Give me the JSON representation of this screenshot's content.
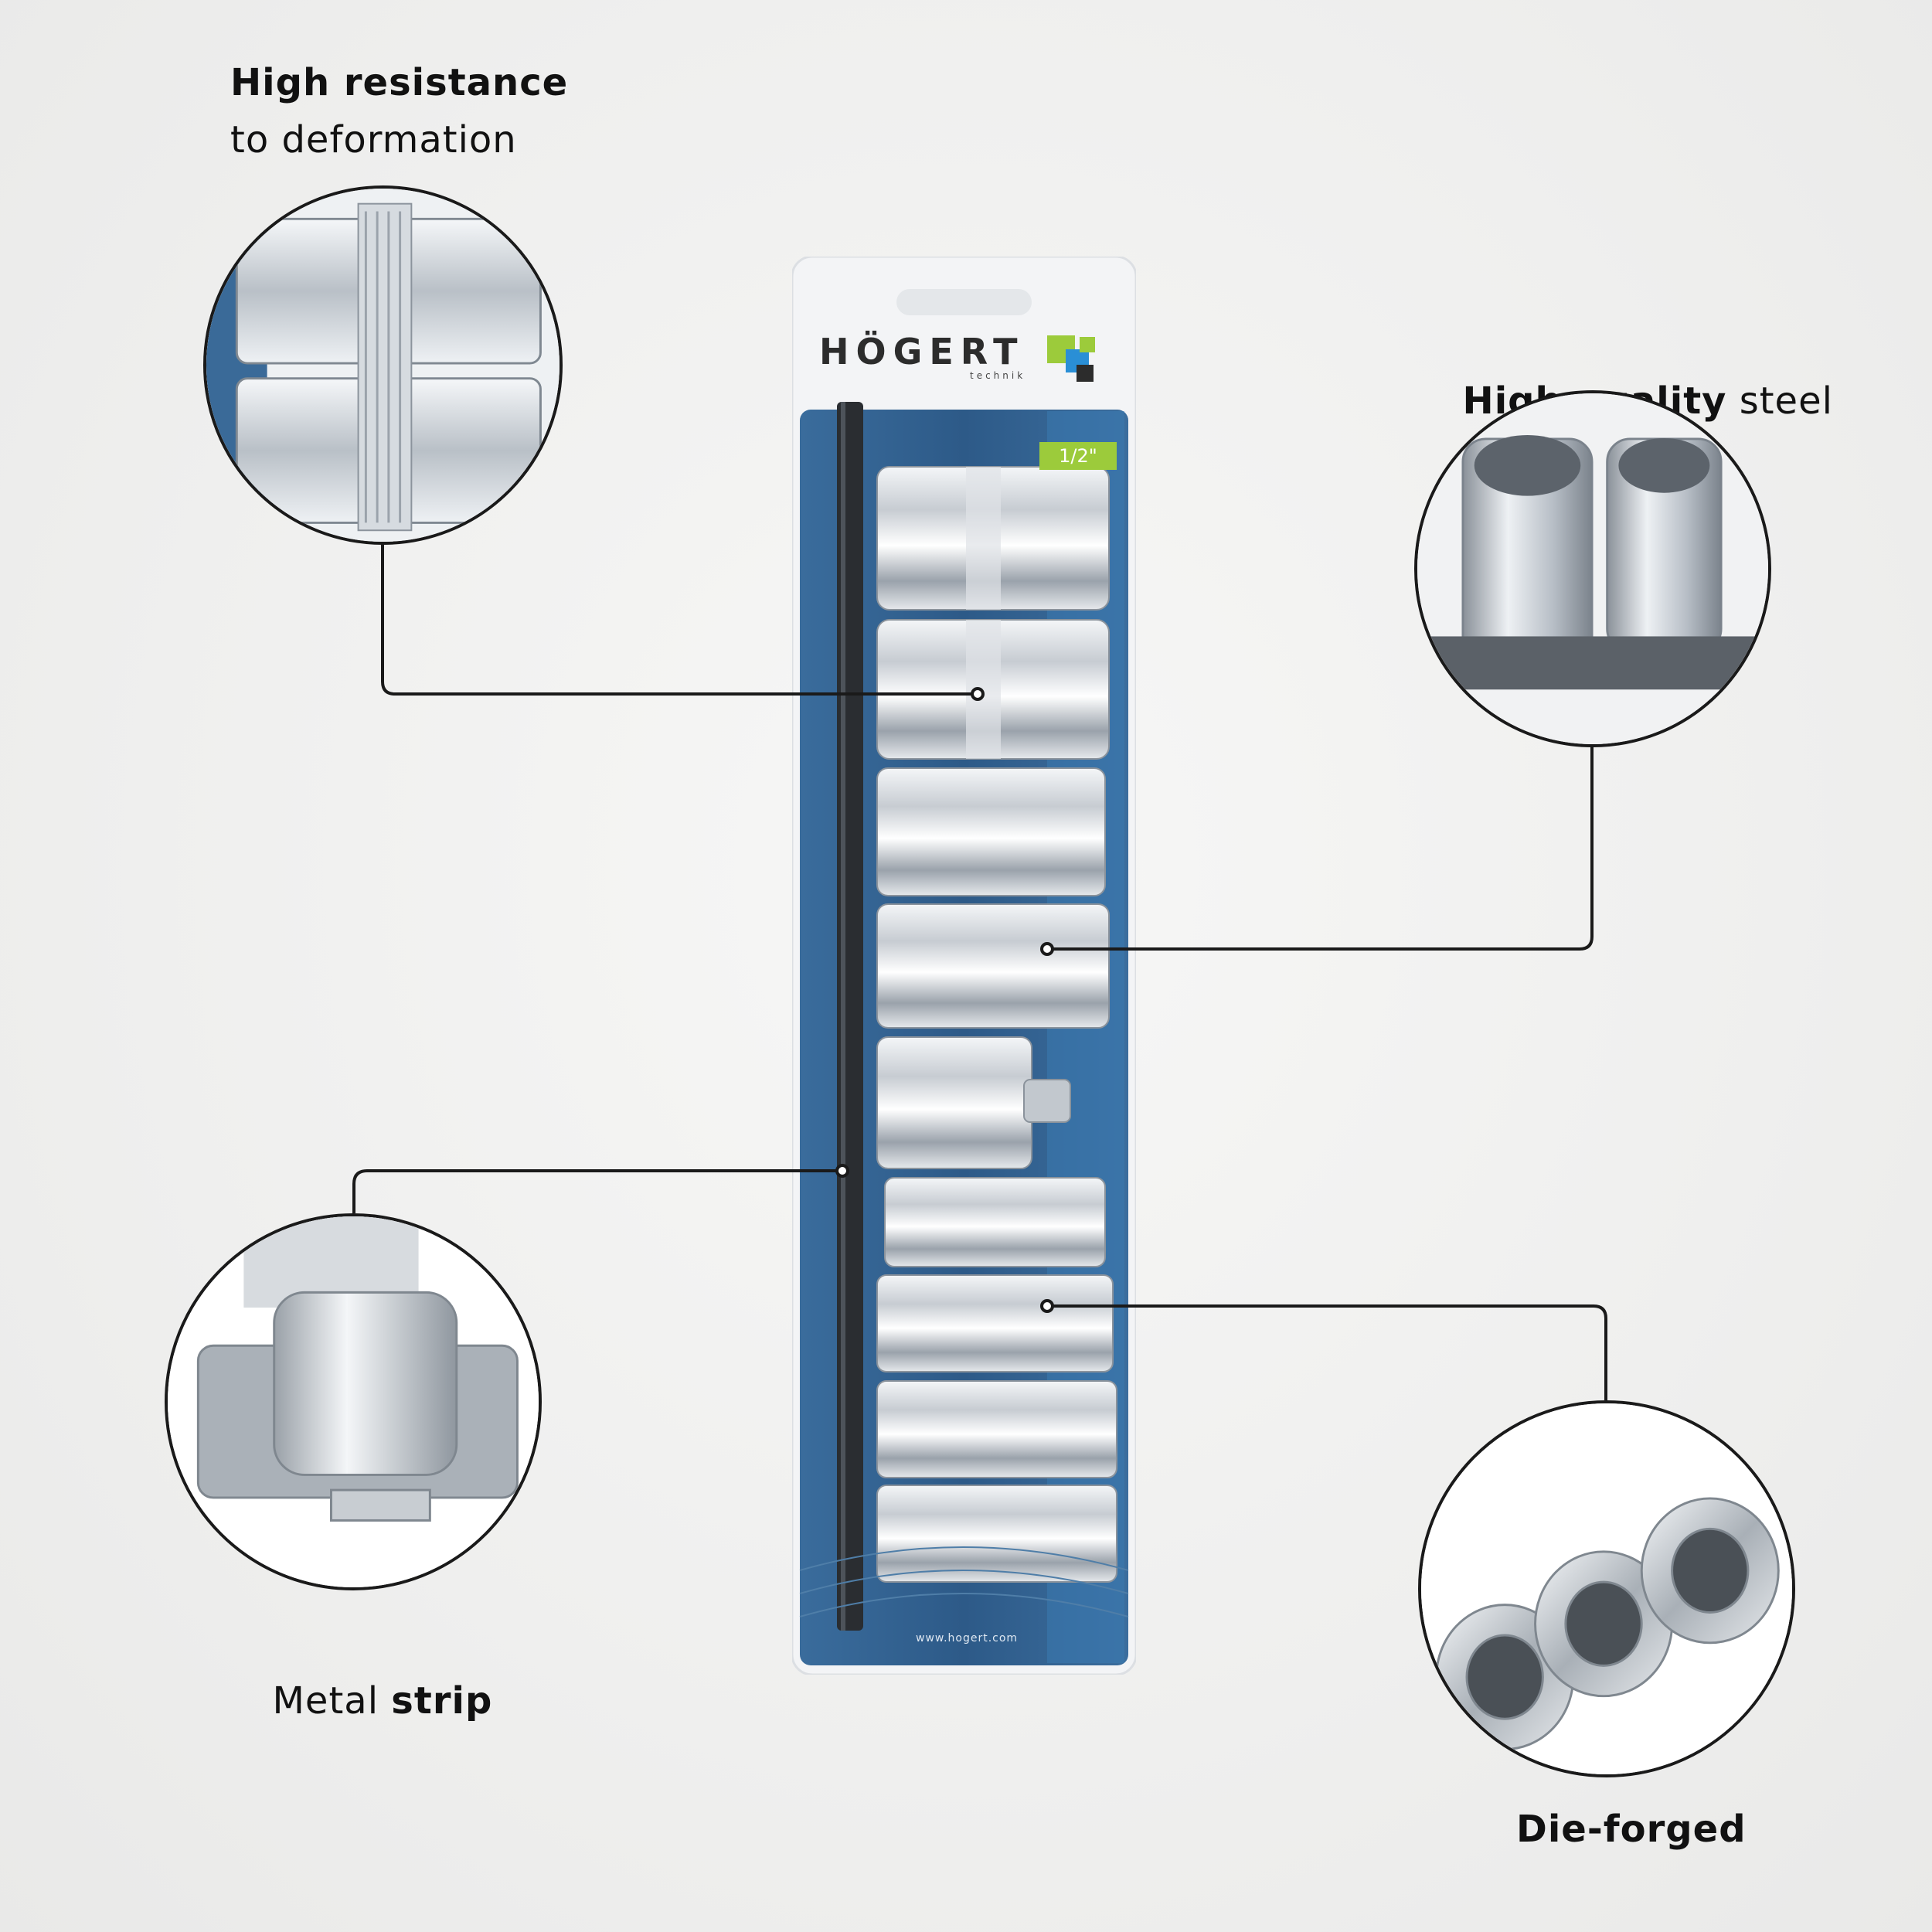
{
  "features": {
    "resistance": {
      "bold": "High resistance",
      "normal": "to deformation"
    },
    "quality": {
      "bold": "High quality",
      "normal": " steel"
    },
    "strip": {
      "normal": "Metal ",
      "bold": "strip"
    },
    "forged": {
      "bold": "Die-forged"
    }
  },
  "package": {
    "brand": "HÖGERT",
    "brand_sub": "technik",
    "size": "1/2\"",
    "website": "www.hogert.com"
  },
  "colors": {
    "card_blue": "#2d5a88",
    "accent_green": "#9ccb3b",
    "accent_blue": "#2a8fd6",
    "line": "#1a1a1a"
  }
}
